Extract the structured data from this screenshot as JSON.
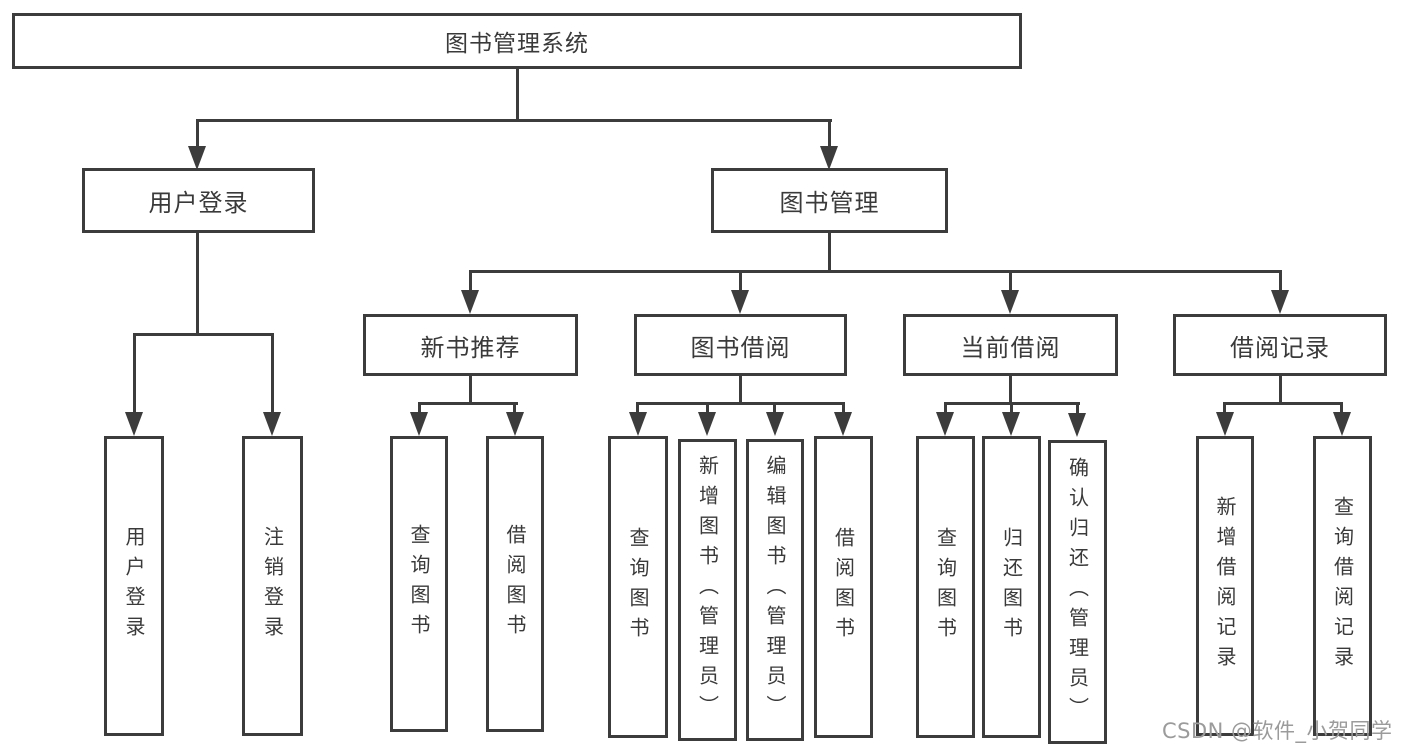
{
  "tree": {
    "label": "图书管理系统",
    "children": [
      {
        "label": "用户登录",
        "children": [
          {
            "label": "用户登录"
          },
          {
            "label": "注销登录"
          }
        ]
      },
      {
        "label": "图书管理",
        "children": [
          {
            "label": "新书推荐",
            "children": [
              {
                "label": "查询图书"
              },
              {
                "label": "借阅图书"
              }
            ]
          },
          {
            "label": "图书借阅",
            "children": [
              {
                "label": "查询图书"
              },
              {
                "label": "新增图书（管理员）"
              },
              {
                "label": "编辑图书（管理员）"
              },
              {
                "label": "借阅图书"
              }
            ]
          },
          {
            "label": "当前借阅",
            "children": [
              {
                "label": "查询图书"
              },
              {
                "label": "归还图书"
              },
              {
                "label": "确认归还（管理员）"
              }
            ]
          },
          {
            "label": "借阅记录",
            "children": [
              {
                "label": "新增借阅记录"
              },
              {
                "label": "查询借阅记录"
              }
            ]
          }
        ]
      }
    ]
  },
  "watermark": {
    "text": "CSDN @软件_小贺同学"
  },
  "colors": {
    "line": "#3c3c3c",
    "text": "#3a3a3a",
    "watermark": "#9b9b9b",
    "background": "#ffffff"
  }
}
